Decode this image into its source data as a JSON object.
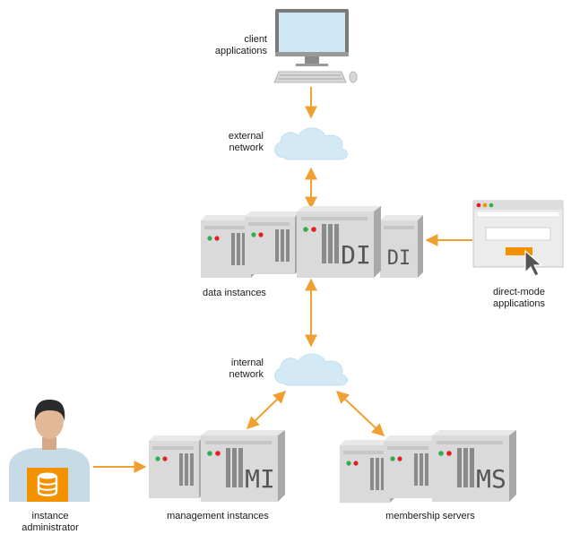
{
  "labels": {
    "client_apps": [
      "client",
      "applications"
    ],
    "external_network": [
      "external",
      "network"
    ],
    "data_instances": "data instances",
    "direct_mode": [
      "direct-mode",
      "applications"
    ],
    "internal_network": [
      "internal",
      "network"
    ],
    "instance_admin": [
      "instance",
      "administrator"
    ],
    "management_instances": "management instances",
    "membership_servers": "membership servers"
  },
  "server_marks": {
    "data": "DI",
    "management": "MI",
    "membership": "MS"
  },
  "icons": [
    "monitor-icon",
    "keyboard-icon",
    "mouse-icon",
    "cloud-icon",
    "server-icon",
    "browser-window-icon",
    "cursor-icon",
    "person-icon",
    "database-icon"
  ],
  "colors": {
    "arrow": "#f0a030",
    "cloud": "#d3e9f5",
    "server_front": "#dcdcdc",
    "server_side": "#b8b8b8",
    "badge": "#f39200",
    "led_green": "#2eae4e",
    "led_red": "#e02020"
  }
}
